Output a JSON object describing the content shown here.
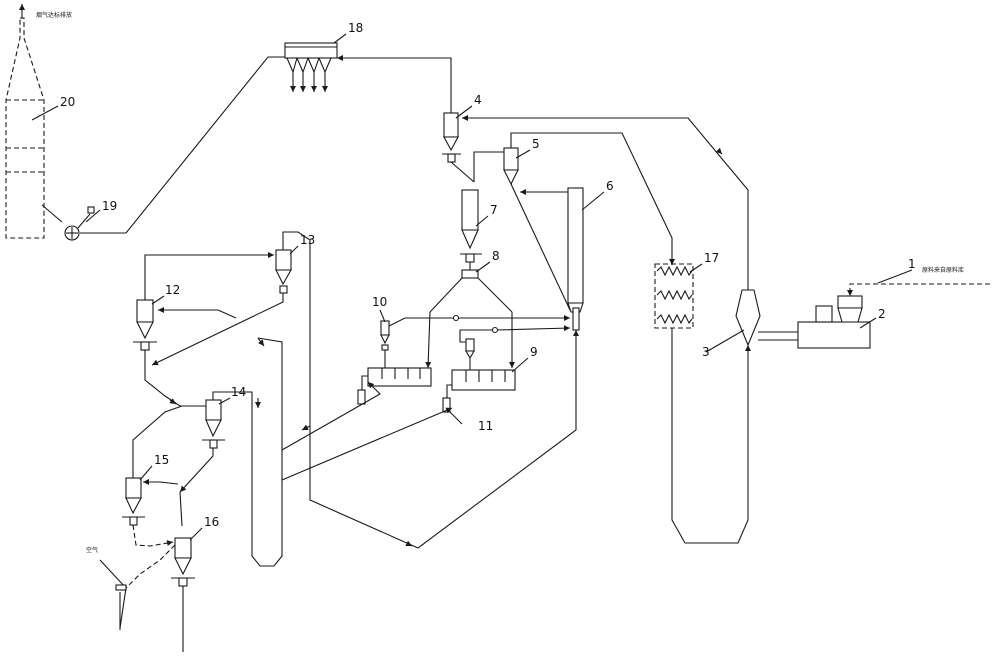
{
  "diagram": {
    "labels": {
      "n1": "1",
      "n2": "2",
      "n3": "3",
      "n4": "4",
      "n5": "5",
      "n6": "6",
      "n7": "7",
      "n8": "8",
      "n9": "9",
      "n10": "10",
      "n11": "11",
      "n12": "12",
      "n13": "13",
      "n14": "14",
      "n15": "15",
      "n16": "16",
      "n17": "17",
      "n18": "18",
      "n19": "19",
      "n20": "20"
    },
    "notes": {
      "chimney_top": "烟气达标排放",
      "feed_right": "原料来自原料库",
      "air_left": "空气"
    }
  }
}
